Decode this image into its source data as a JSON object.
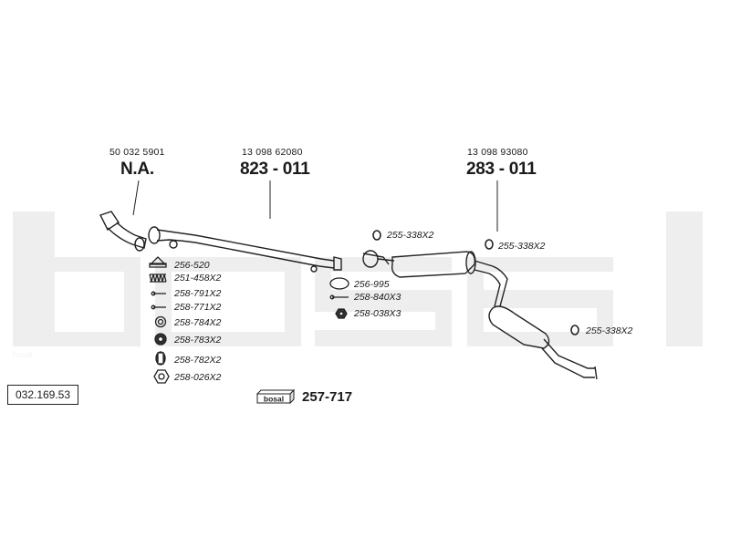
{
  "watermark_text": "bosal",
  "reference_number": "032.169.53",
  "main_parts": [
    {
      "oem": "50 032 5901",
      "part": "N.A."
    },
    {
      "oem": "13 098 62080",
      "part": "823 - 011"
    },
    {
      "oem": "13 098 93080",
      "part": "283 - 011"
    }
  ],
  "fittings_left": [
    "256-520",
    "251-458X2",
    "258-791X2",
    "258-771X2",
    "258-784X2",
    "258-783X2",
    "258-782X2",
    "258-026X2"
  ],
  "fittings_middle": [
    "255-338X2",
    "256-995",
    "258-840X3",
    "258-038X3"
  ],
  "fittings_right": [
    "255-338X2",
    "255-338X2"
  ],
  "kit": {
    "box_label": "bosal",
    "part": "257-717"
  }
}
